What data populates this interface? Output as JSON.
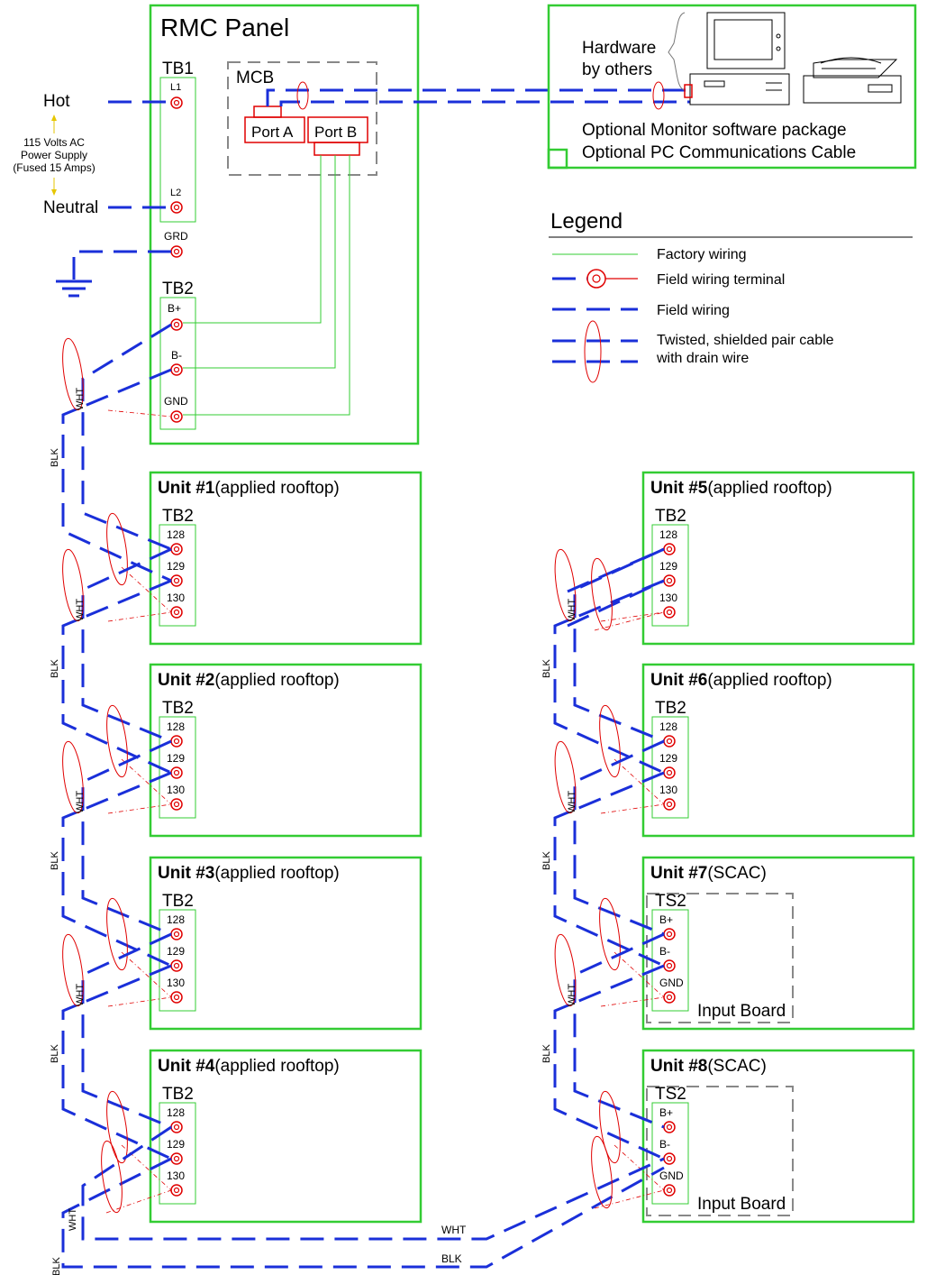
{
  "panel": {
    "title": "RMC Panel",
    "tb1": "TB1",
    "tb1_terminals": [
      "L1",
      "L2"
    ],
    "grd": "GRD",
    "mcb": "MCB",
    "port_a": "Port A",
    "port_b": "Port B",
    "tb2": "TB2",
    "tb2_terminals": [
      "B+",
      "B-",
      "GND"
    ]
  },
  "power": {
    "hot": "Hot",
    "neutral": "Neutral",
    "supply_lines": [
      "115 Volts AC",
      "Power Supply",
      "(Fused 15 Amps)"
    ]
  },
  "pc": {
    "hardware_lines": [
      "Hardware",
      "by others"
    ],
    "notes": [
      "Optional Monitor software package",
      "Optional PC Communications Cable"
    ]
  },
  "legend": {
    "title": "Legend",
    "items": [
      "Factory wiring",
      "Field wiring terminal",
      "Field wiring",
      "Twisted, shielded pair cable",
      "with drain wire"
    ]
  },
  "units": [
    {
      "name": "Unit #1",
      "desc": "(applied rooftop)",
      "tb": "TB2",
      "terminals": [
        "128",
        "129",
        "130"
      ]
    },
    {
      "name": "Unit #2",
      "desc": "(applied rooftop)",
      "tb": "TB2",
      "terminals": [
        "128",
        "129",
        "130"
      ]
    },
    {
      "name": "Unit #3",
      "desc": "(applied rooftop)",
      "tb": "TB2",
      "terminals": [
        "128",
        "129",
        "130"
      ]
    },
    {
      "name": "Unit #4",
      "desc": "(applied rooftop)",
      "tb": "TB2",
      "terminals": [
        "128",
        "129",
        "130"
      ]
    },
    {
      "name": "Unit #5",
      "desc": "(applied rooftop)",
      "tb": "TB2",
      "terminals": [
        "128",
        "129",
        "130"
      ]
    },
    {
      "name": "Unit #6",
      "desc": "(applied rooftop)",
      "tb": "TB2",
      "terminals": [
        "128",
        "129",
        "130"
      ]
    },
    {
      "name": "Unit #7",
      "desc": "(SCAC)",
      "tb": "TS2",
      "terminals": [
        "B+",
        "B-",
        "GND"
      ],
      "board": "Input Board"
    },
    {
      "name": "Unit #8",
      "desc": "(SCAC)",
      "tb": "TS2",
      "terminals": [
        "B+",
        "B-",
        "GND"
      ],
      "board": "Input Board"
    }
  ],
  "wire_labels": {
    "wht": "WHT",
    "blk": "BLK"
  }
}
